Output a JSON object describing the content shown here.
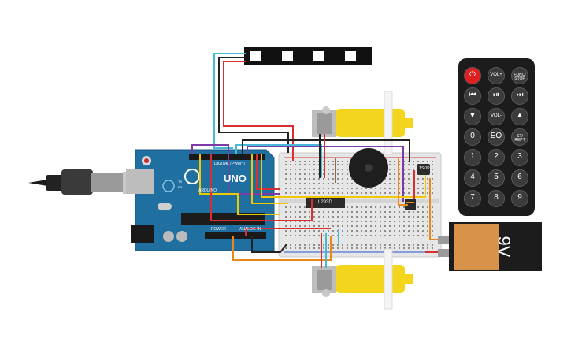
{
  "arduino": {
    "brand": "UNO",
    "maker": "ARDUINO",
    "digital_label": "DIGITAL (PWM~)",
    "power_label": "POWER",
    "analog_label": "ANALOG IN",
    "tx": "TX",
    "rx": "RX"
  },
  "driver_ic": {
    "label": "L293D"
  },
  "battery": {
    "label": "9V"
  },
  "sensor": {
    "label": "TSOP"
  },
  "remote": {
    "buttons": [
      {
        "id": "power",
        "label": "",
        "icon": "power-icon"
      },
      {
        "id": "vol-up",
        "label": "VOL+"
      },
      {
        "id": "func-stop",
        "label": "FUNC/ STOP"
      },
      {
        "id": "prev",
        "label": "",
        "icon": "skip-back-icon"
      },
      {
        "id": "play-pause",
        "label": "",
        "icon": "play-pause-icon"
      },
      {
        "id": "next",
        "label": "",
        "icon": "skip-forward-icon"
      },
      {
        "id": "down",
        "label": "",
        "icon": "arrow-down-icon"
      },
      {
        "id": "vol-down",
        "label": "VOL-"
      },
      {
        "id": "up",
        "label": "",
        "icon": "arrow-up-icon"
      },
      {
        "id": "zero",
        "label": "0"
      },
      {
        "id": "eq",
        "label": "EQ"
      },
      {
        "id": "st-rept",
        "label": "ST/ REPT"
      },
      {
        "id": "one",
        "label": "1"
      },
      {
        "id": "two",
        "label": "2"
      },
      {
        "id": "three",
        "label": "3"
      },
      {
        "id": "four",
        "label": "4"
      },
      {
        "id": "five",
        "label": "5"
      },
      {
        "id": "six",
        "label": "6"
      },
      {
        "id": "seven",
        "label": "7"
      },
      {
        "id": "eight",
        "label": "8"
      },
      {
        "id": "nine",
        "label": "9"
      }
    ]
  },
  "colors": {
    "arduino": "#1f6fa0",
    "breadboard": "#e8e8e8",
    "motor": "#f2d51c",
    "wire_red": "#d83030",
    "wire_yellow": "#f0c800",
    "wire_purple": "#7d3aa8",
    "wire_cyan": "#47b8d8",
    "wire_orange": "#e8891a",
    "wire_black": "#222222",
    "power_btn": "#e02020"
  }
}
